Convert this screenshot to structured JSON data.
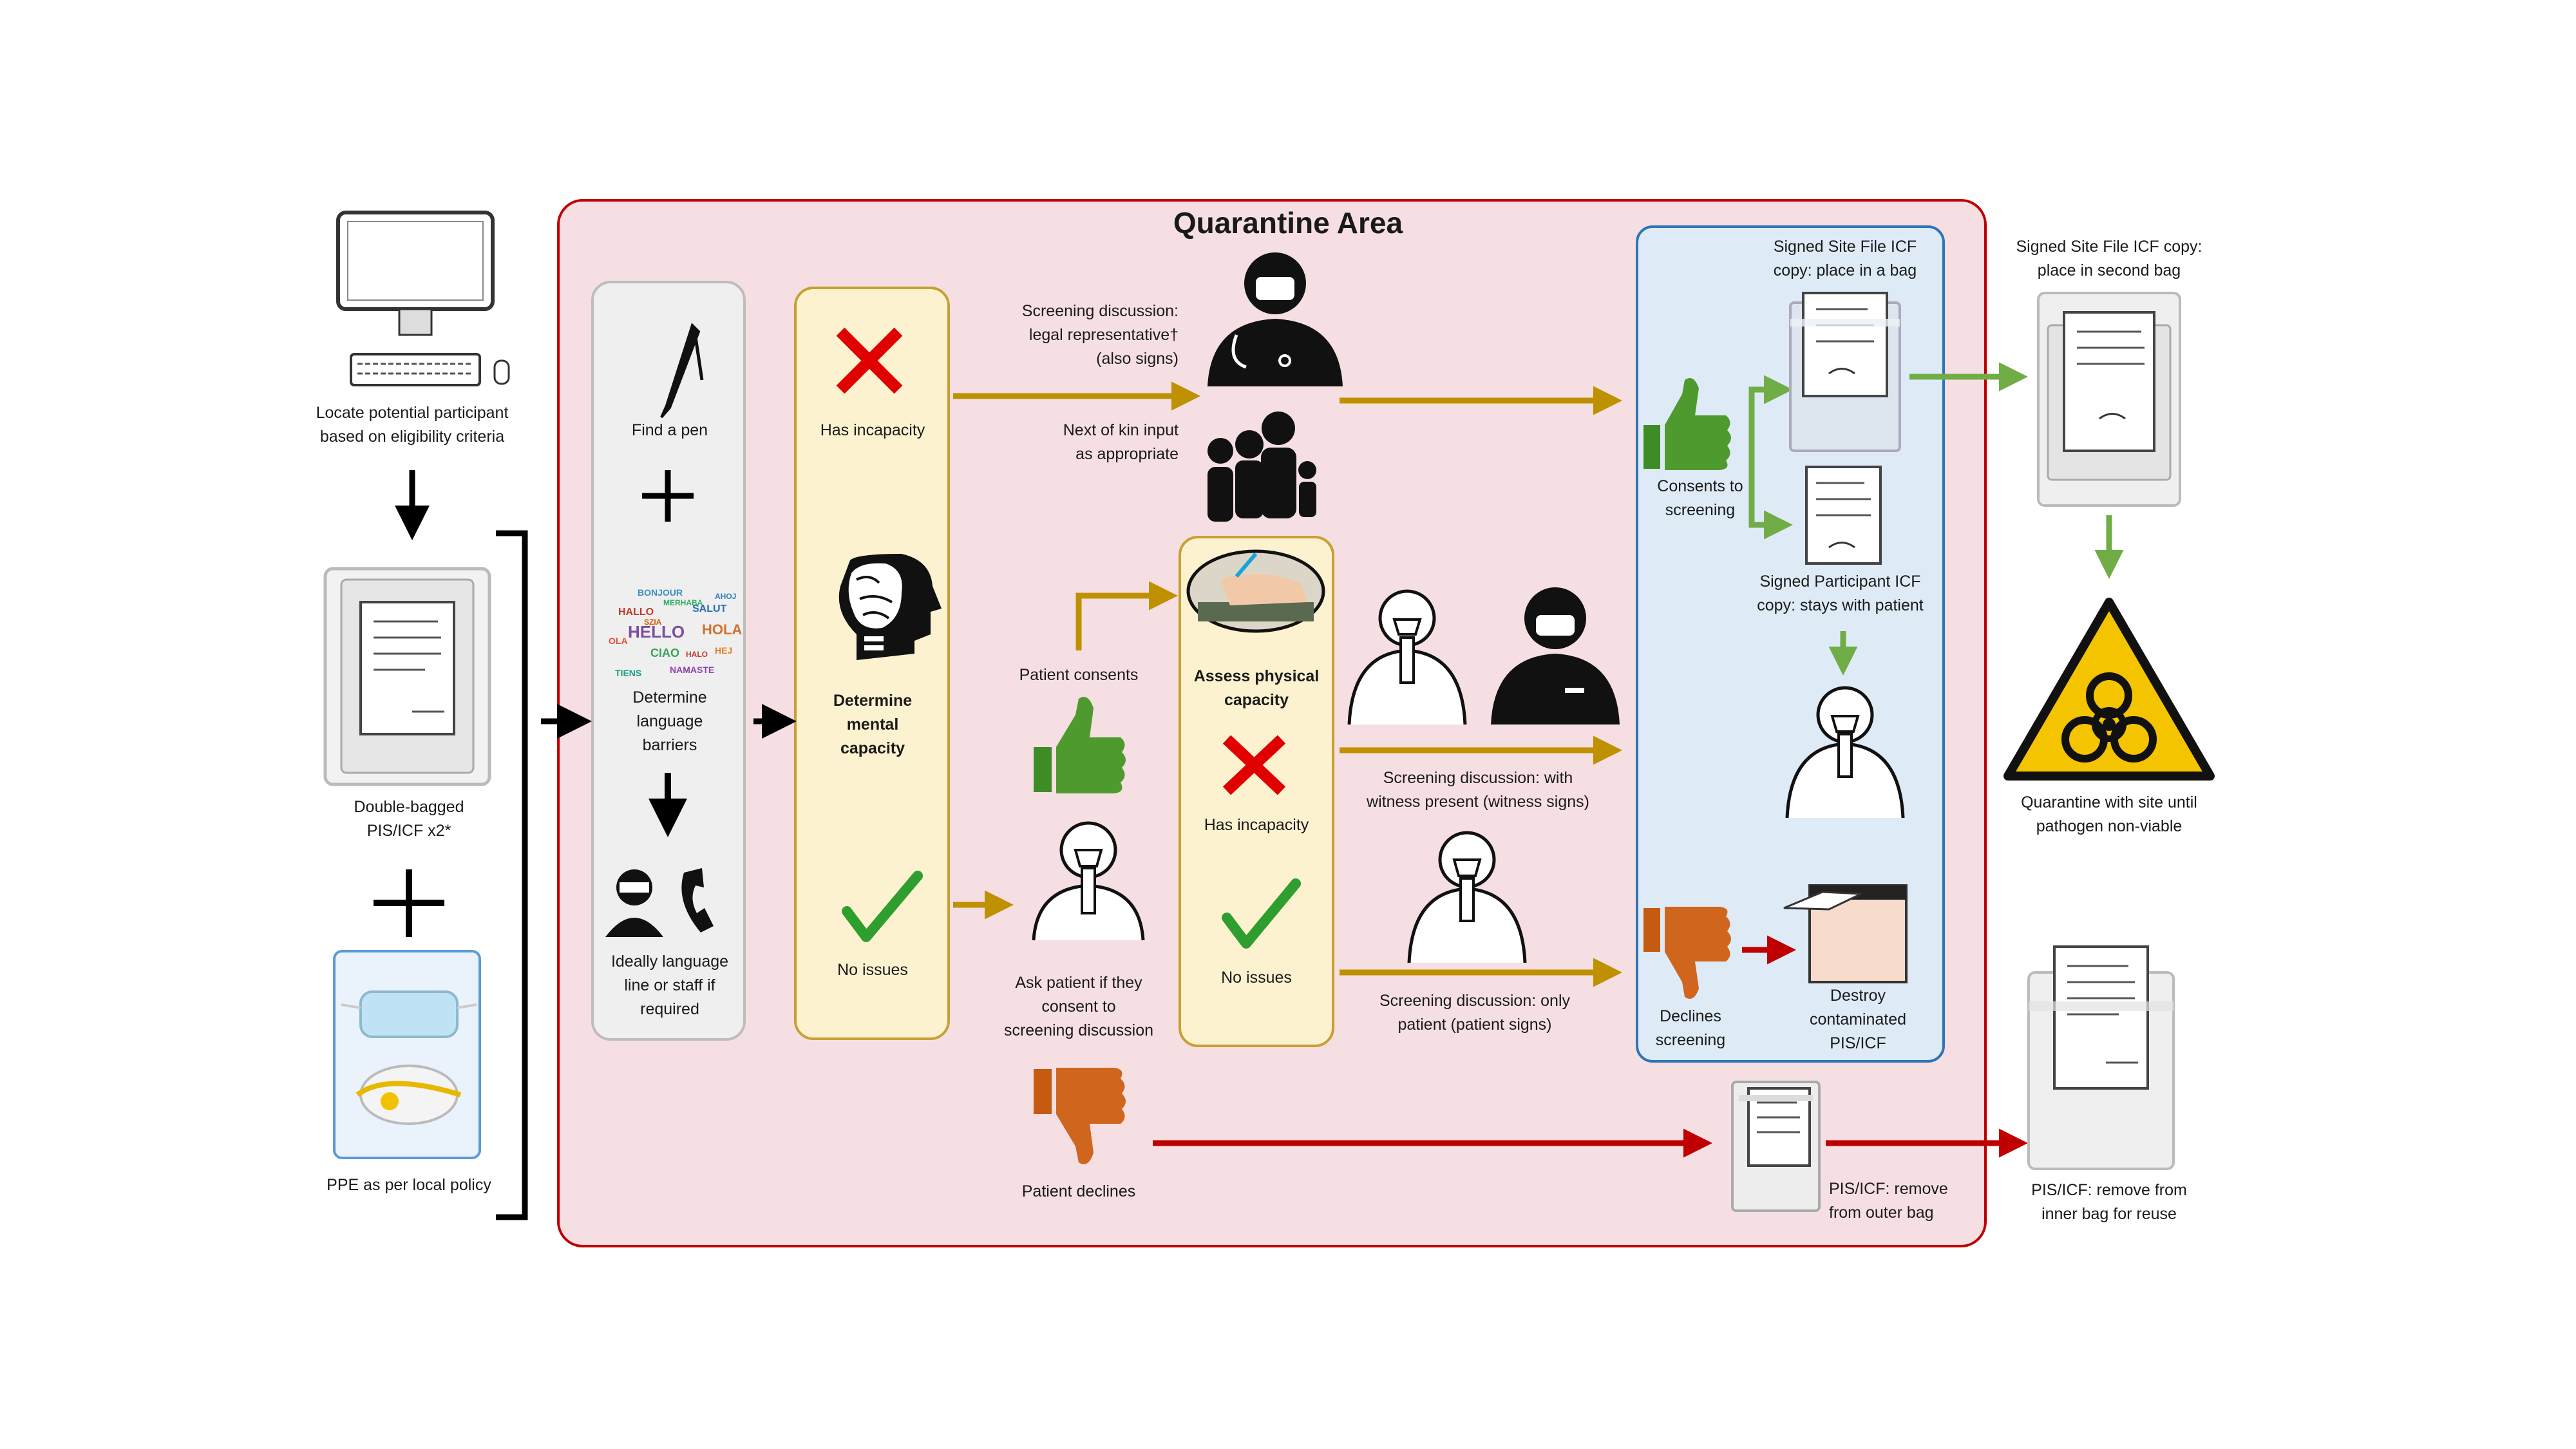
{
  "title": "Quarantine Area",
  "labels": {
    "locate": "Locate potential participant\nbased on eligibility criteria",
    "double_bagged": "Double-bagged\nPIS/ICF x2*",
    "ppe": "PPE as per local policy",
    "find_pen": "Find a pen",
    "language_barriers": "Determine\nlanguage\nbarriers",
    "language_line": "Ideally language\nline or staff if\nrequired",
    "has_incapacity_1": "Has incapacity",
    "determine_mental": "Determine\nmental\ncapacity",
    "no_issues_1": "No issues",
    "screening_legal": "Screening discussion:\nlegal representative†\n(also signs)",
    "next_of_kin": "Next of kin input\nas appropriate",
    "patient_consents": "Patient consents",
    "ask_patient": "Ask patient if they\nconsent to\nscreening discussion",
    "patient_declines": "Patient declines",
    "assess_physical": "Assess physical\ncapacity",
    "has_incapacity_2": "Has incapacity",
    "no_issues_2": "No issues",
    "witness": "Screening discussion: with\nwitness present (witness signs)",
    "only_patient": "Screening discussion: only\npatient (patient signs)",
    "signed_site_bag": "Signed Site File ICF\ncopy: place in a bag",
    "consents_screening": "Consents to\nscreening",
    "signed_participant": "Signed Participant ICF\ncopy: stays with patient",
    "declines_screening": "Declines\nscreening",
    "destroy": "Destroy\ncontaminated\nPIS/ICF",
    "remove_outer": "PIS/ICF: remove\nfrom outer bag",
    "signed_second_bag": "Signed Site File ICF copy:\nplace in second bag",
    "quarantine_site": "Quarantine with site until\npathogen non-viable",
    "remove_inner": "PIS/ICF: remove from\ninner bag for reuse"
  },
  "word_cloud": [
    "HELLO",
    "HOLA",
    "BONJOUR",
    "CIAO",
    "HALLO",
    "SALUT",
    "NAMASTE",
    "TIENS",
    "HEJ",
    "OLA",
    "MERHABA",
    "SZIA",
    "AHOJ",
    "HALO"
  ],
  "colors": {
    "quarantine_border": "#c00000",
    "quarantine_fill": "#f6dfe2",
    "gold_arrow": "#bf9000",
    "green_arrow": "#70ad47",
    "red_arrow": "#c00000",
    "blue_border": "#2e75b6"
  },
  "icons": [
    "computer-icon",
    "document-bag-icon",
    "mask-icon",
    "pen-icon",
    "plus-icon",
    "word-cloud-icon",
    "interpreter-icon",
    "phone-icon",
    "cross-icon",
    "brain-head-icon",
    "check-icon",
    "doctor-icon",
    "family-icon",
    "thumbs-up-icon",
    "thumbs-down-icon",
    "patient-icon",
    "hand-writing-icon",
    "nurse-icon",
    "shredder-icon",
    "biohazard-icon"
  ]
}
